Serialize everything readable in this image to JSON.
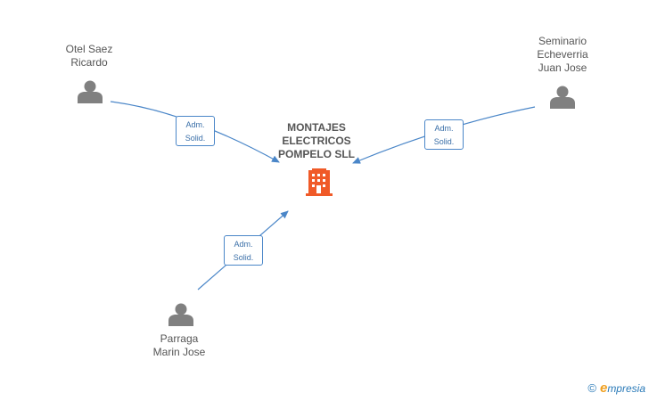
{
  "company": {
    "name_lines": [
      "MONTAJES",
      "ELECTRICOS",
      "POMPELO SLL"
    ],
    "icon": "building-icon",
    "color": "#f05a28"
  },
  "persons": [
    {
      "id": "otel",
      "name_lines": [
        "Otel Saez",
        "Ricardo"
      ],
      "icon": "person-icon"
    },
    {
      "id": "seminario",
      "name_lines": [
        "Seminario",
        "Echeverria",
        "Juan Jose"
      ],
      "icon": "person-icon"
    },
    {
      "id": "parraga",
      "name_lines": [
        "Parraga",
        "Marin Jose"
      ],
      "icon": "person-icon"
    }
  ],
  "relations": [
    {
      "from": "otel",
      "role_lines": [
        "Adm.",
        "Solid."
      ]
    },
    {
      "from": "seminario",
      "role_lines": [
        "Adm.",
        "Solid."
      ]
    },
    {
      "from": "parraga",
      "role_lines": [
        "Adm.",
        "Solid."
      ]
    }
  ],
  "colors": {
    "edge": "#4a86c8",
    "person": "#808080",
    "text": "#555555"
  },
  "watermark": {
    "copyright": "©",
    "brand_first": "e",
    "brand_rest": "mpresia"
  }
}
